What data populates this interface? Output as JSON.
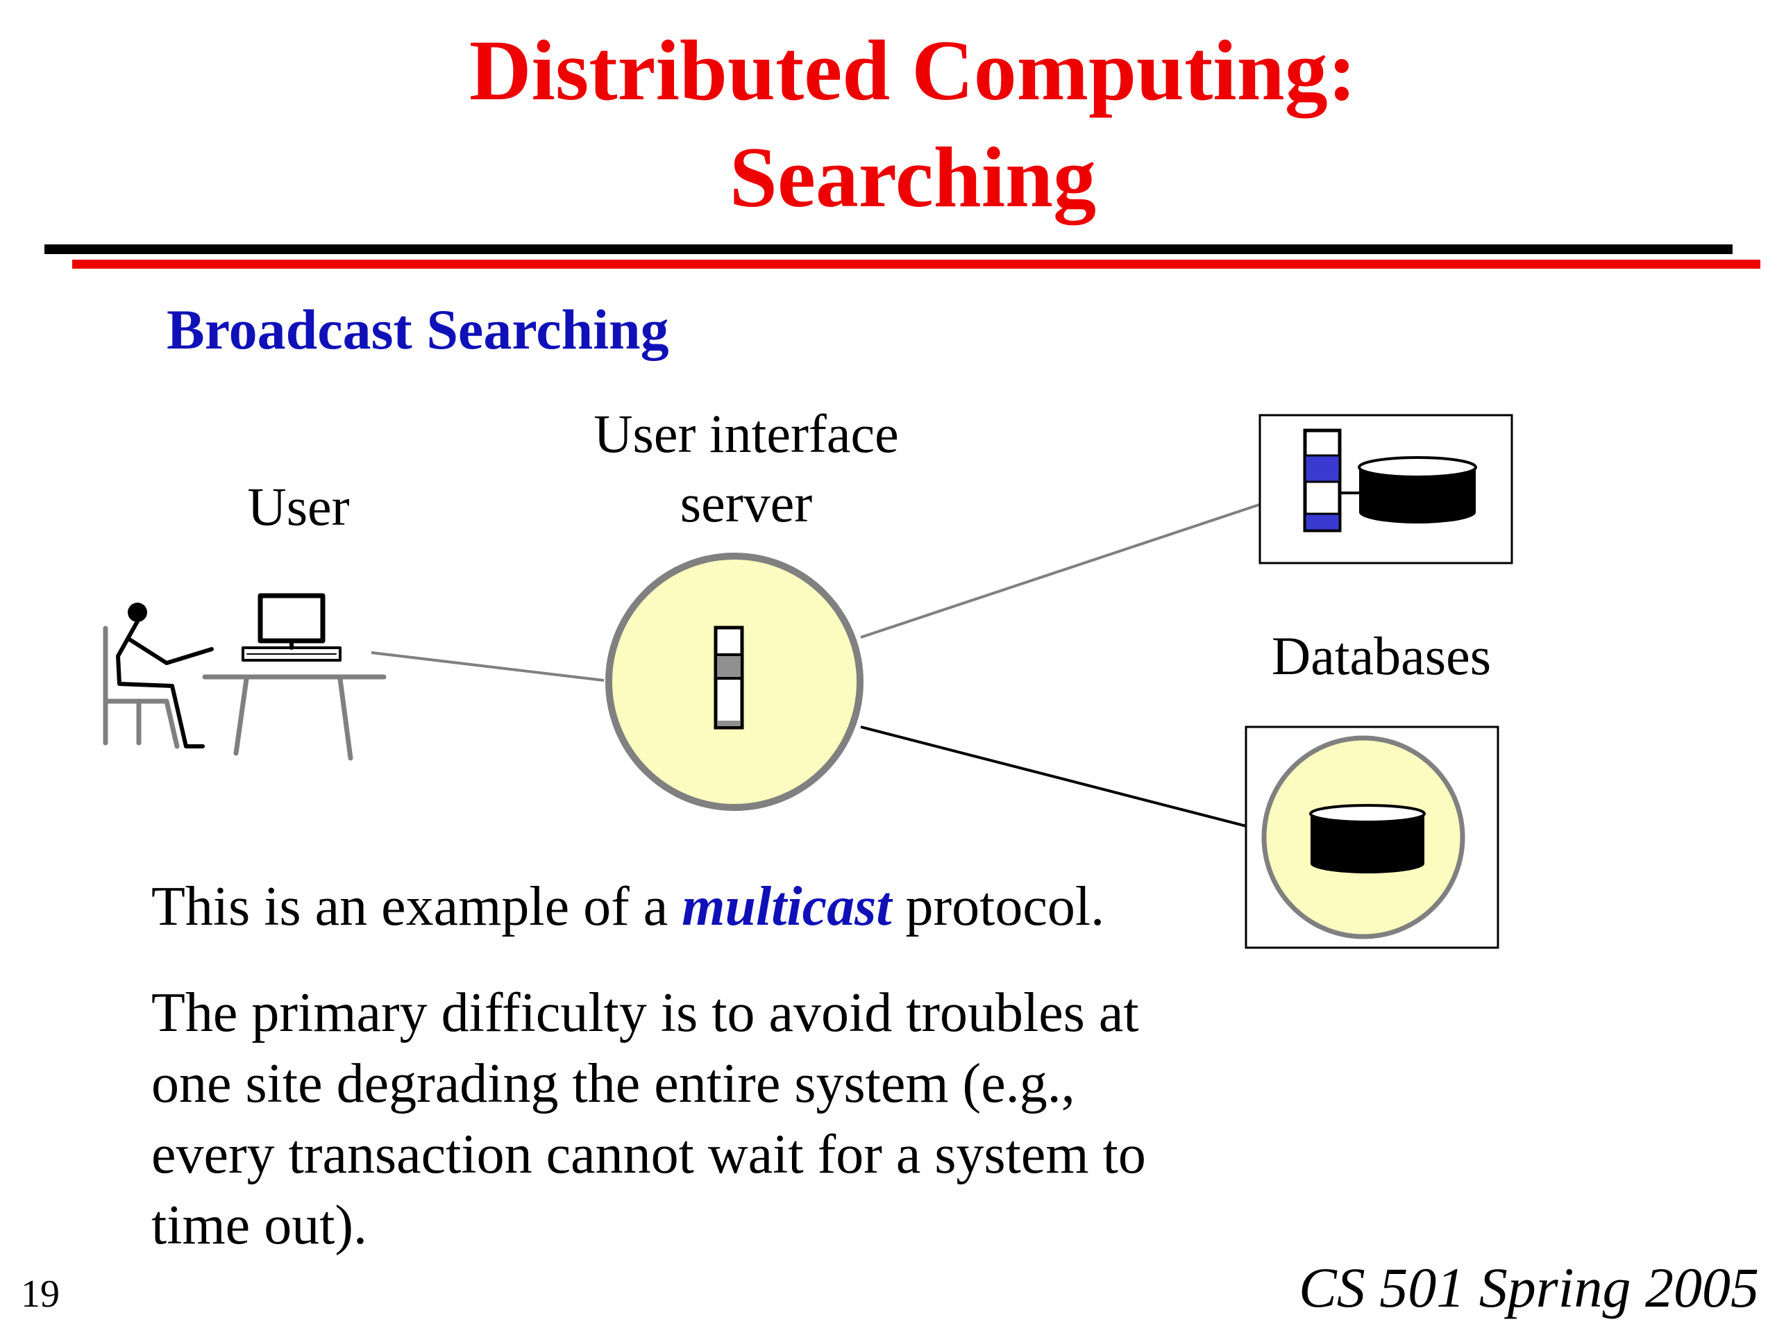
{
  "slide": {
    "title_line1": "Distributed Computing:",
    "title_line2": "Searching",
    "subtitle": "Broadcast Searching",
    "slide_number": "19",
    "course": "CS 501 Spring 2005"
  },
  "diagram": {
    "user_label": "User",
    "server_label_line1": "User interface",
    "server_label_line2": "server",
    "databases_label": "Databases"
  },
  "text": {
    "line1_before": "This is an example of a ",
    "line1_emphasis": "multicast",
    "line1_after": " protocol.",
    "para2_line1": "The primary difficulty is to avoid troubles at",
    "para2_line2": "one site degrading the entire system (e.g.,",
    "para2_line3": "every transaction cannot wait for a system to",
    "para2_line4": "time out)."
  },
  "colors": {
    "title": "#ee0000",
    "subtitle": "#1010b8",
    "node_fill": "#fcfcc0",
    "node_stroke": "#808080"
  }
}
